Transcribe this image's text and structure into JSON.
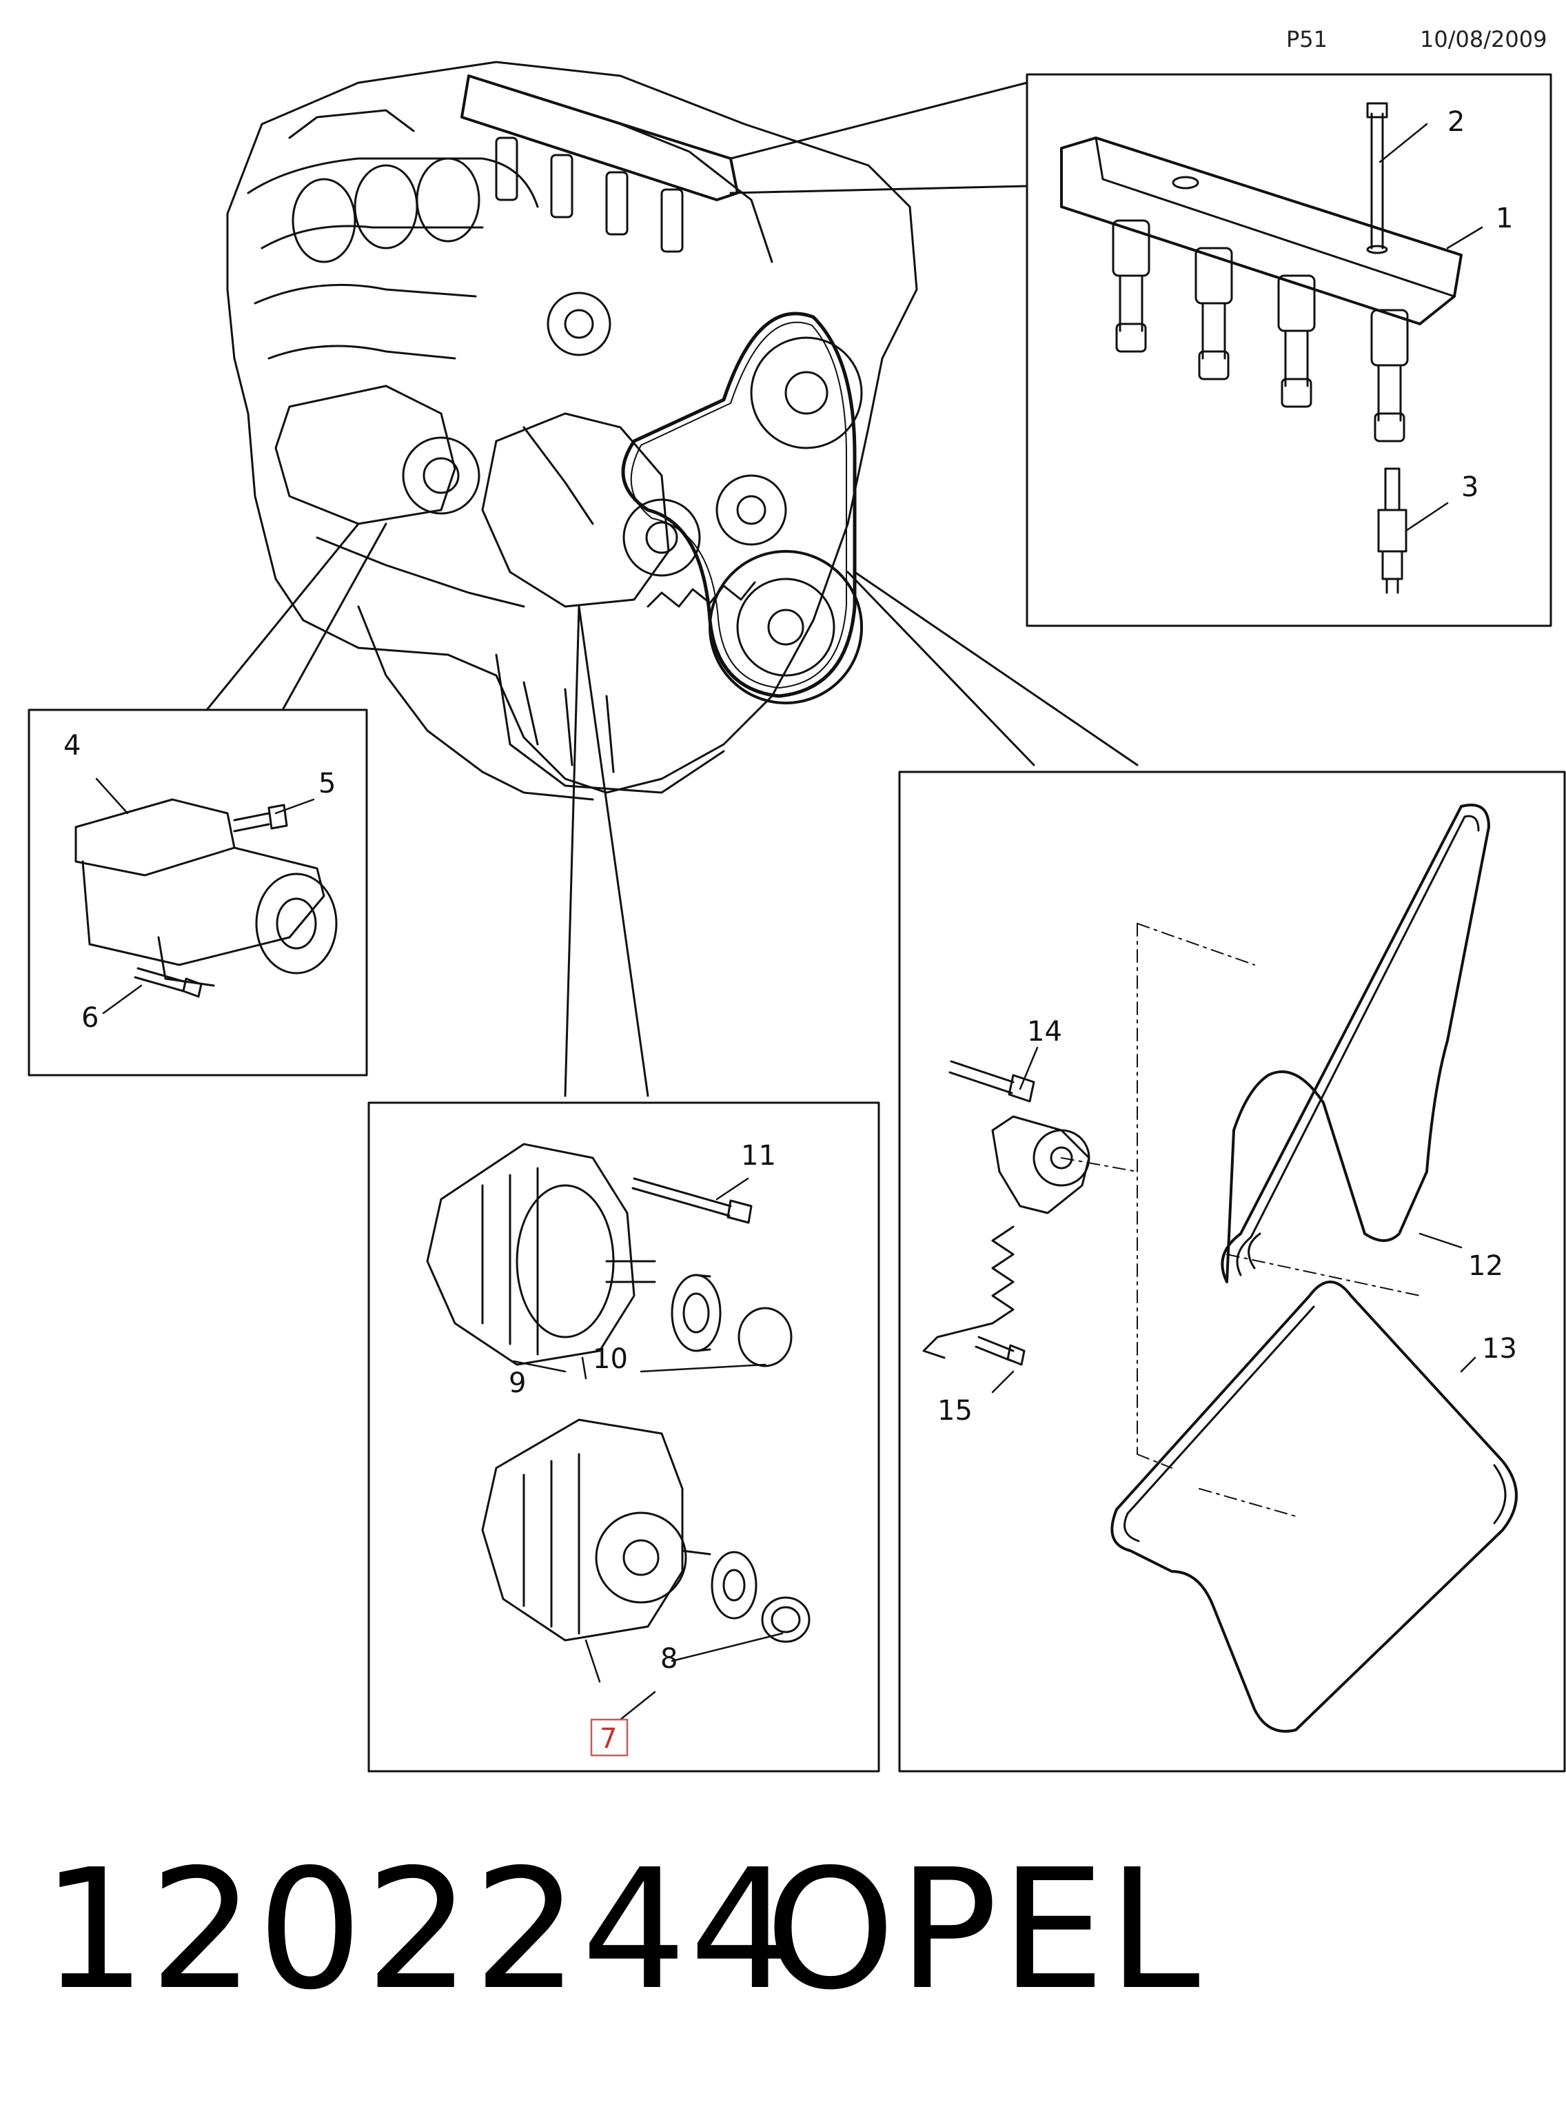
{
  "header": {
    "page": "P51",
    "date": "10/08/2009"
  },
  "callouts": {
    "c1": "1",
    "c2": "2",
    "c3": "3",
    "c4": "4",
    "c5": "5",
    "c6": "6",
    "c7": "7",
    "c8": "8",
    "c9": "9",
    "c10": "10",
    "c11": "11",
    "c12": "12",
    "c13": "13",
    "c14": "14",
    "c15": "15"
  },
  "highlighted_callout": "7",
  "footer": {
    "part_number": "1202244",
    "brand": "OPEL"
  },
  "colors": {
    "line": "#111111",
    "highlight": "#d9534f",
    "background": "#ffffff"
  }
}
